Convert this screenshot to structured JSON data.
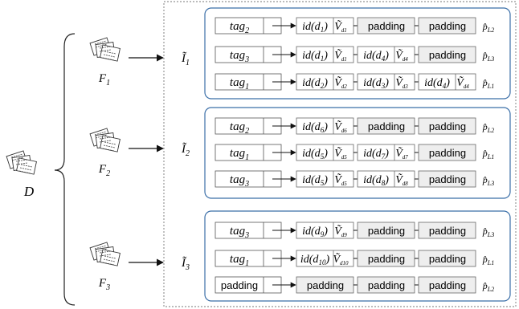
{
  "dataset": {
    "label": "D"
  },
  "files": [
    {
      "label": "F",
      "sub": "1"
    },
    {
      "label": "F",
      "sub": "2"
    },
    {
      "label": "F",
      "sub": "3"
    }
  ],
  "indexes": [
    {
      "label": "Ĩ",
      "sub": "1",
      "rows": [
        {
          "tag": "tag",
          "tag_sub": "2",
          "cells": [
            {
              "kind": "id",
              "text": "id(d",
              "sub": "1",
              "v": "Ṽ",
              "vsub": "d1"
            },
            {
              "kind": "pad",
              "text": "padding"
            },
            {
              "kind": "pad",
              "text": "padding"
            }
          ],
          "ptr": "p̂",
          "ptr_sub": "L2"
        },
        {
          "tag": "tag",
          "tag_sub": "3",
          "cells": [
            {
              "kind": "id",
              "text": "id(d",
              "sub": "1",
              "v": "Ṽ",
              "vsub": "d1"
            },
            {
              "kind": "id",
              "text": "id(d",
              "sub": "4",
              "v": "Ṽ",
              "vsub": "d4"
            },
            {
              "kind": "pad",
              "text": "padding"
            }
          ],
          "ptr": "p̂",
          "ptr_sub": "L3"
        },
        {
          "tag": "tag",
          "tag_sub": "1",
          "cells": [
            {
              "kind": "id",
              "text": "id(d",
              "sub": "2",
              "v": "Ṽ",
              "vsub": "d2"
            },
            {
              "kind": "id",
              "text": "id(d",
              "sub": "3",
              "v": "Ṽ",
              "vsub": "d3"
            },
            {
              "kind": "id",
              "text": "id(d",
              "sub": "4",
              "v": "Ṽ",
              "vsub": "d4"
            }
          ],
          "ptr": "p̂",
          "ptr_sub": "L1"
        }
      ]
    },
    {
      "label": "Ĩ",
      "sub": "2",
      "rows": [
        {
          "tag": "tag",
          "tag_sub": "2",
          "cells": [
            {
              "kind": "id",
              "text": "id(d",
              "sub": "6",
              "v": "Ṽ",
              "vsub": "d6"
            },
            {
              "kind": "pad",
              "text": "padding"
            },
            {
              "kind": "pad",
              "text": "padding"
            }
          ],
          "ptr": "p̂",
          "ptr_sub": "L2"
        },
        {
          "tag": "tag",
          "tag_sub": "1",
          "cells": [
            {
              "kind": "id",
              "text": "id(d",
              "sub": "5",
              "v": "Ṽ",
              "vsub": "d5"
            },
            {
              "kind": "id",
              "text": "id(d",
              "sub": "7",
              "v": "Ṽ",
              "vsub": "d7"
            },
            {
              "kind": "pad",
              "text": "padding"
            }
          ],
          "ptr": "p̂",
          "ptr_sub": "L1"
        },
        {
          "tag": "tag",
          "tag_sub": "3",
          "cells": [
            {
              "kind": "id",
              "text": "id(d",
              "sub": "5",
              "v": "Ṽ",
              "vsub": "d5"
            },
            {
              "kind": "id",
              "text": "id(d",
              "sub": "8",
              "v": "Ṽ",
              "vsub": "d8"
            },
            {
              "kind": "pad",
              "text": "padding"
            }
          ],
          "ptr": "p̂",
          "ptr_sub": "L3"
        }
      ]
    },
    {
      "label": "Ĩ",
      "sub": "3",
      "rows": [
        {
          "tag": "tag",
          "tag_sub": "3",
          "cells": [
            {
              "kind": "id",
              "text": "id(d",
              "sub": "9",
              "v": "Ṽ",
              "vsub": "d9"
            },
            {
              "kind": "pad",
              "text": "padding"
            },
            {
              "kind": "pad",
              "text": "padding"
            }
          ],
          "ptr": "p̂",
          "ptr_sub": "L3"
        },
        {
          "tag": "tag",
          "tag_sub": "1",
          "cells": [
            {
              "kind": "id",
              "text": "id(d",
              "sub": "10",
              "v": "Ṽ",
              "vsub": "d10"
            },
            {
              "kind": "pad",
              "text": "padding"
            },
            {
              "kind": "pad",
              "text": "padding"
            }
          ],
          "ptr": "p̂",
          "ptr_sub": "L1"
        },
        {
          "tag_text": "padding",
          "cells": [
            {
              "kind": "pad",
              "text": "padding"
            },
            {
              "kind": "pad",
              "text": "padding"
            },
            {
              "kind": "pad",
              "text": "padding"
            }
          ],
          "ptr": "p̂",
          "ptr_sub": "L2"
        }
      ]
    }
  ]
}
